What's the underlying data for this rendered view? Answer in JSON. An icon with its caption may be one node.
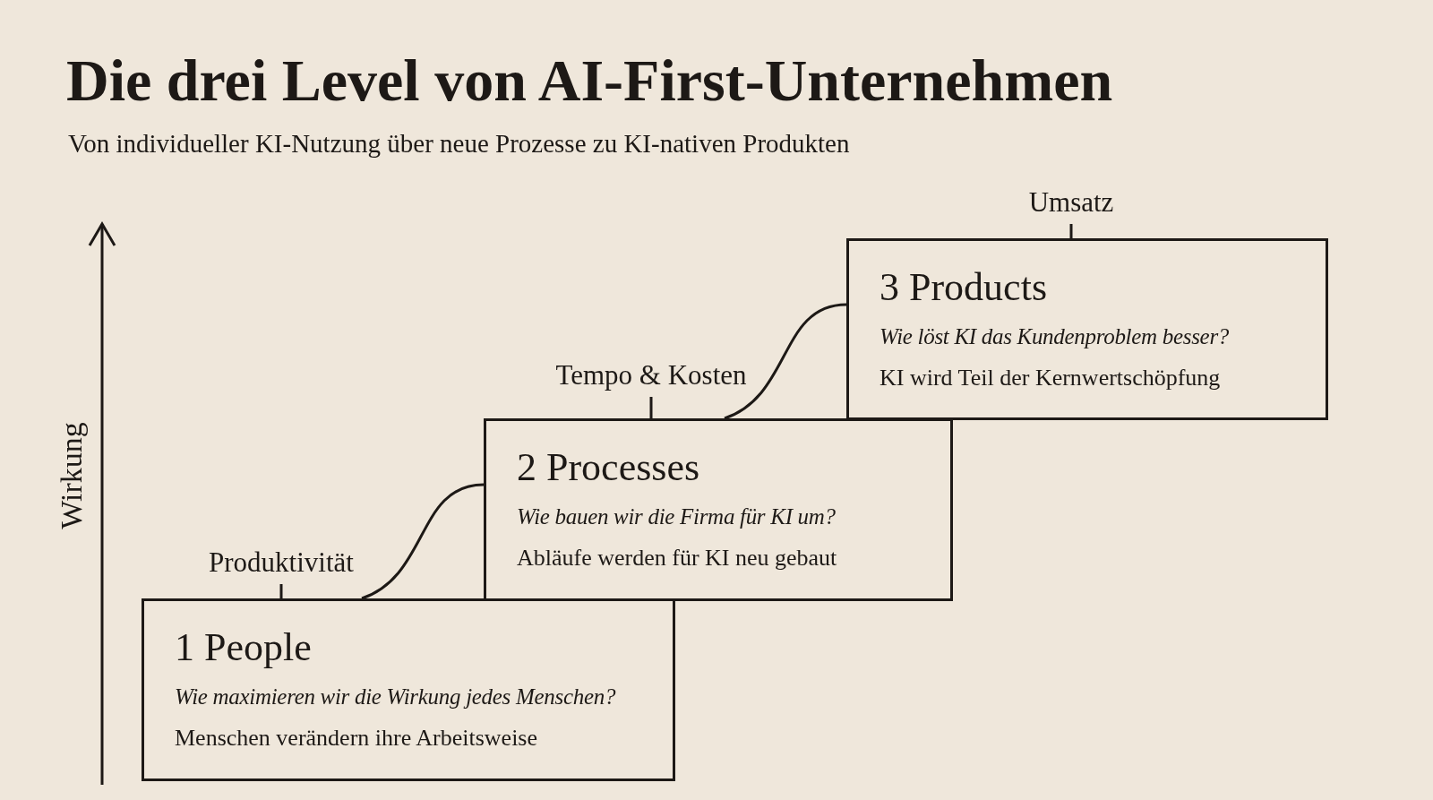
{
  "diagram": {
    "title": "Die drei Level von AI-First-Unternehmen",
    "caption": "Von individueller KI-Nutzung über neue Prozesse zu KI-nativen Produkten",
    "nodes": [
      {
        "text": [
          "Umsatz"
        ]
      },
      {
        "text": [
          "3 Products",
          "Wie löst KI das Kundenproblem besser?",
          "KI wird Teil der Kernwertschöpfung"
        ]
      },
      {
        "text": [
          "Tempo & Kosten"
        ]
      },
      {
        "text": [
          "2 Processes",
          "Wie bauen wir die Firma für KI um?",
          "Abläufe werden für KI neu gebaut"
        ]
      },
      {
        "text": [
          "Produktivität"
        ]
      },
      {
        "text": [
          "1 People",
          "Wie maximieren wir die Wirkung jedes Menschen?",
          "Menschen verändern ihre Arbeitsweise"
        ]
      }
    ],
    "edges": [
      {
        "from": 0,
        "to": 1,
        "arrow": "none"
      },
      {
        "from": 2,
        "to": 3,
        "arrow": "none"
      },
      {
        "from": 4,
        "to": 5,
        "arrow": "none"
      },
      {
        "from": 5,
        "to": 3,
        "arrow": "none"
      },
      {
        "from": 3,
        "to": 1,
        "arrow": "none"
      }
    ],
    "labels": [
      "Wirkung"
    ]
  }
}
